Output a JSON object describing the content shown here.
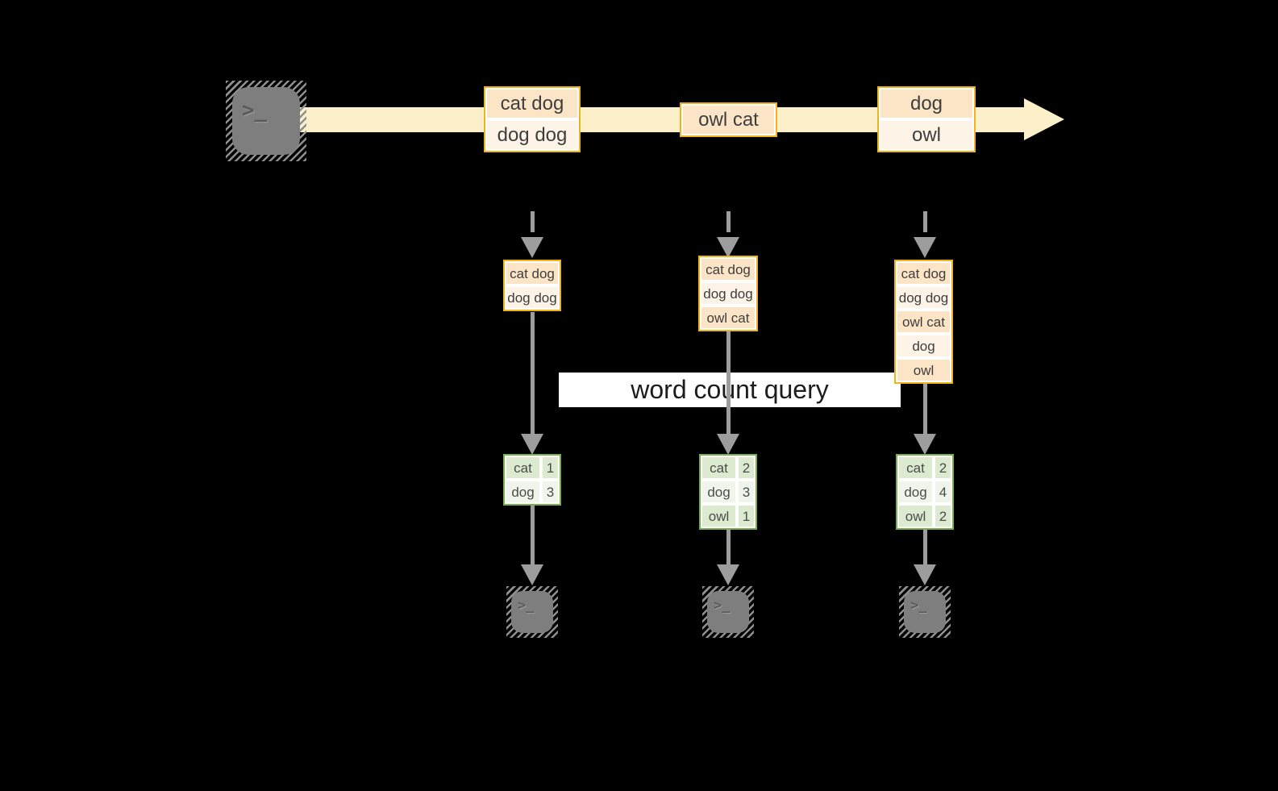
{
  "diagram": {
    "query_label": "word count query",
    "terminal_glyph": ">_",
    "stream_boxes": [
      {
        "cells": [
          "cat dog",
          "dog dog"
        ]
      },
      {
        "cells": [
          "owl cat"
        ]
      },
      {
        "cells": [
          "dog",
          "owl"
        ]
      }
    ],
    "state_boxes": [
      {
        "cells": [
          "cat dog",
          "dog dog"
        ]
      },
      {
        "cells": [
          "cat dog",
          "dog dog",
          "owl cat"
        ]
      },
      {
        "cells": [
          "cat dog",
          "dog dog",
          "owl cat",
          "dog",
          "owl"
        ]
      }
    ],
    "count_tables": [
      {
        "rows": [
          {
            "word": "cat",
            "count": "1"
          },
          {
            "word": "dog",
            "count": "3"
          }
        ]
      },
      {
        "rows": [
          {
            "word": "cat",
            "count": "2"
          },
          {
            "word": "dog",
            "count": "3"
          },
          {
            "word": "owl",
            "count": "1"
          }
        ]
      },
      {
        "rows": [
          {
            "word": "cat",
            "count": "2"
          },
          {
            "word": "dog",
            "count": "4"
          },
          {
            "word": "owl",
            "count": "2"
          }
        ]
      }
    ],
    "colors": {
      "background": "#000000",
      "stream_band": "#fcf0cb",
      "box_border": "#f0b41a",
      "cell_fill_dark": "#fce4c6",
      "cell_fill_light": "#fdf3e6",
      "table_border": "#77b04a",
      "table_fill_dark": "#dcead0",
      "table_fill_light": "#eff5ea",
      "arrow_gray": "#9d9d9d",
      "terminal_gray": "#7e7e7e"
    }
  }
}
